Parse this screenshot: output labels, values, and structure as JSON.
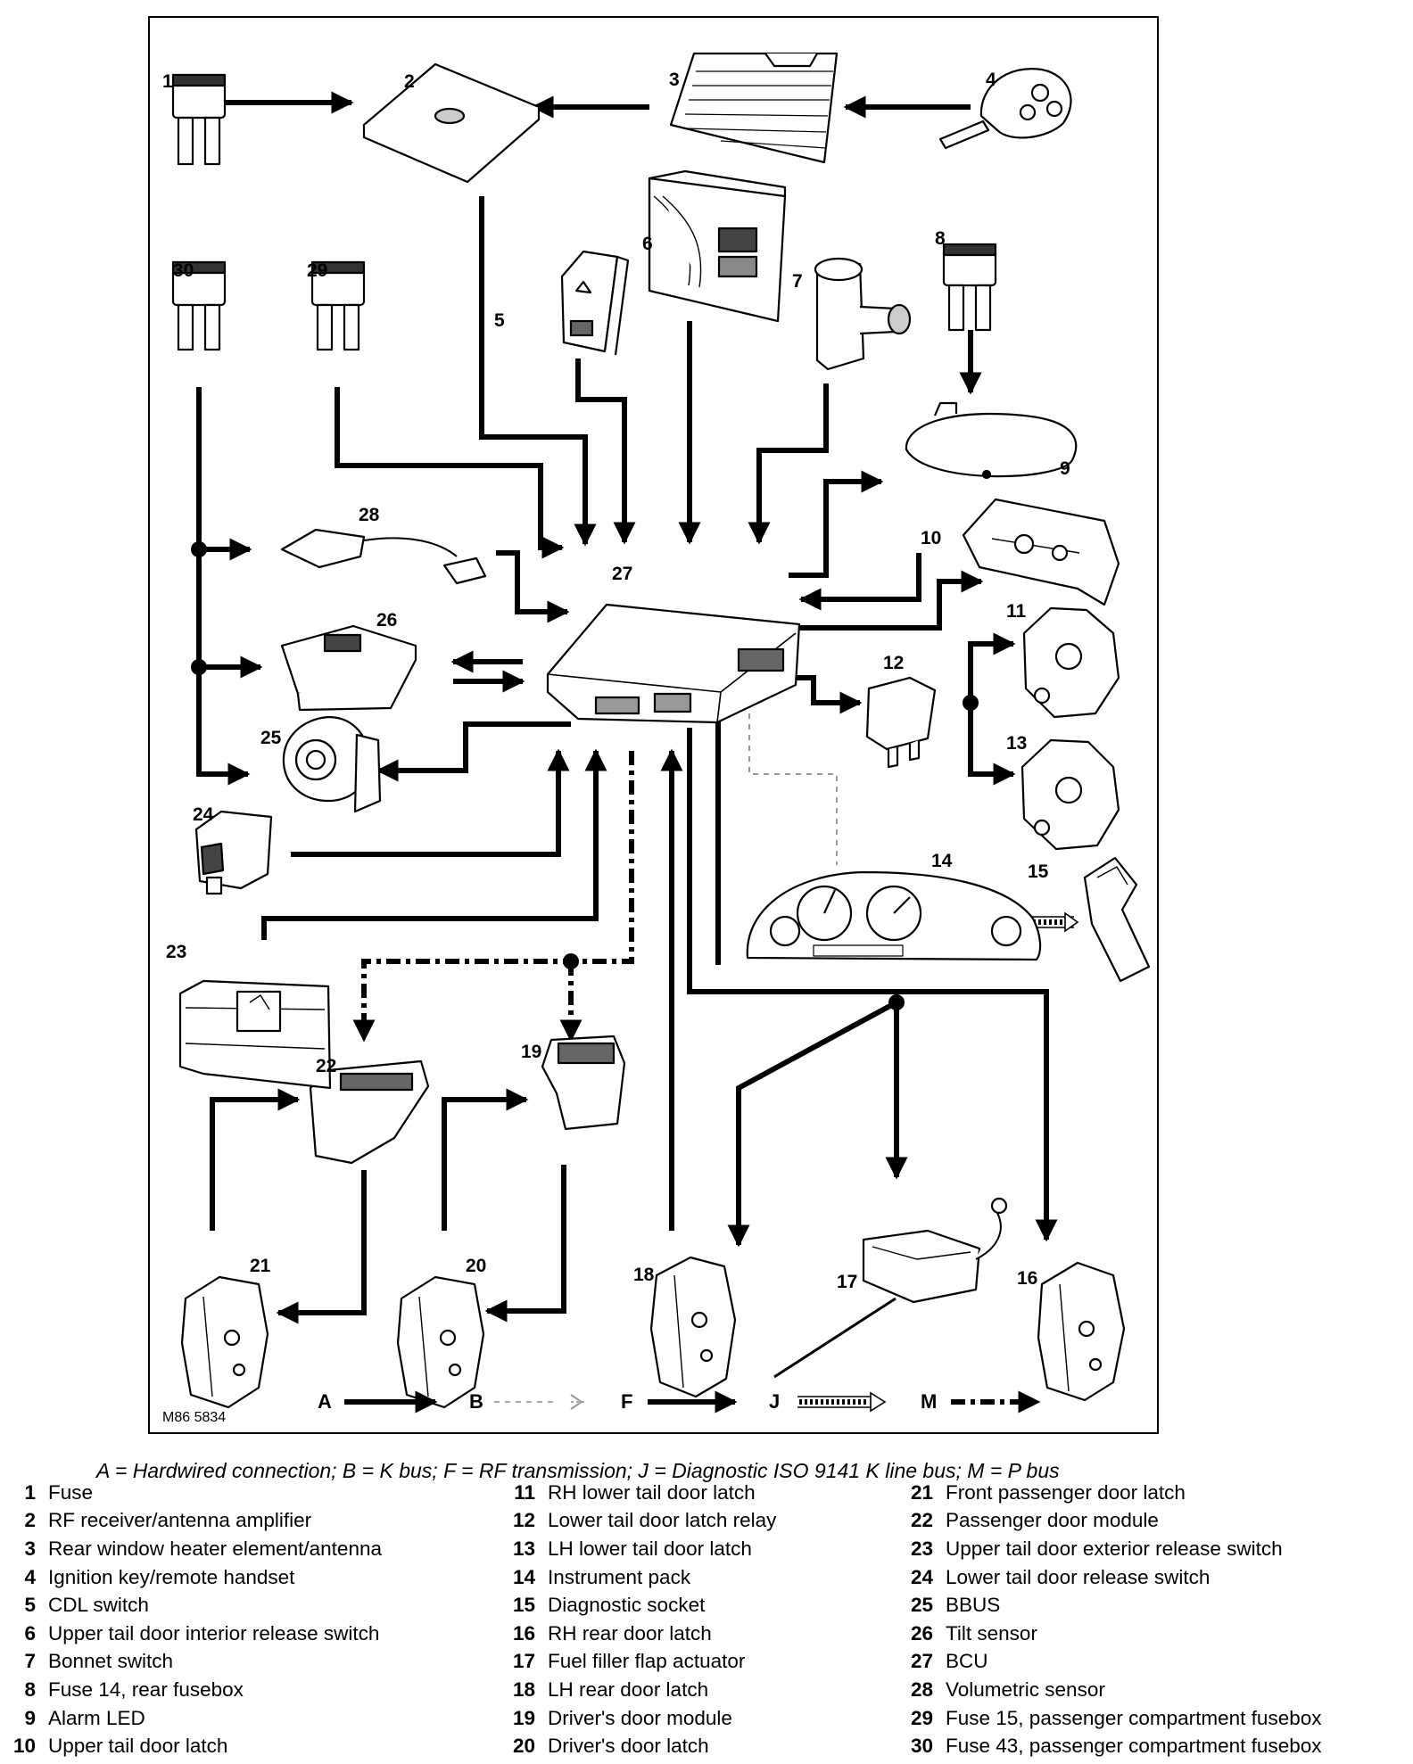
{
  "figure_ref": "M86 5834",
  "caption": "A = Hardwired connection; B = K bus; F = RF transmission; J = Diagnostic ISO 9141 K line bus; M = P bus",
  "line_legend": [
    {
      "letter": "A",
      "style": "solid"
    },
    {
      "letter": "B",
      "style": "kbus"
    },
    {
      "letter": "F",
      "style": "rf"
    },
    {
      "letter": "J",
      "style": "diagnostic"
    },
    {
      "letter": "M",
      "style": "pbus"
    }
  ],
  "components": [
    {
      "num": "1",
      "name": "Fuse"
    },
    {
      "num": "2",
      "name": "RF receiver/antenna amplifier"
    },
    {
      "num": "3",
      "name": "Rear window heater element/antenna"
    },
    {
      "num": "4",
      "name": "Ignition key/remote handset"
    },
    {
      "num": "5",
      "name": "CDL switch"
    },
    {
      "num": "6",
      "name": "Upper tail door interior release switch"
    },
    {
      "num": "7",
      "name": "Bonnet switch"
    },
    {
      "num": "8",
      "name": "Fuse 14, rear fusebox"
    },
    {
      "num": "9",
      "name": "Alarm LED"
    },
    {
      "num": "10",
      "name": "Upper tail door latch"
    },
    {
      "num": "11",
      "name": "RH lower tail door latch"
    },
    {
      "num": "12",
      "name": "Lower tail door latch relay"
    },
    {
      "num": "13",
      "name": "LH lower tail door latch"
    },
    {
      "num": "14",
      "name": "Instrument pack"
    },
    {
      "num": "15",
      "name": "Diagnostic socket"
    },
    {
      "num": "16",
      "name": "RH rear door latch"
    },
    {
      "num": "17",
      "name": "Fuel filler flap actuator"
    },
    {
      "num": "18",
      "name": "LH rear door latch"
    },
    {
      "num": "19",
      "name": "Driver's door module"
    },
    {
      "num": "20",
      "name": "Driver's door latch"
    },
    {
      "num": "21",
      "name": "Front passenger door latch"
    },
    {
      "num": "22",
      "name": "Passenger door module"
    },
    {
      "num": "23",
      "name": "Upper tail door exterior release switch"
    },
    {
      "num": "24",
      "name": "Lower tail door release switch"
    },
    {
      "num": "25",
      "name": "BBUS"
    },
    {
      "num": "26",
      "name": "Tilt sensor"
    },
    {
      "num": "27",
      "name": "BCU"
    },
    {
      "num": "28",
      "name": "Volumetric sensor"
    },
    {
      "num": "29",
      "name": "Fuse 15, passenger compartment fusebox"
    },
    {
      "num": "30",
      "name": "Fuse 43, passenger compartment fusebox"
    }
  ]
}
